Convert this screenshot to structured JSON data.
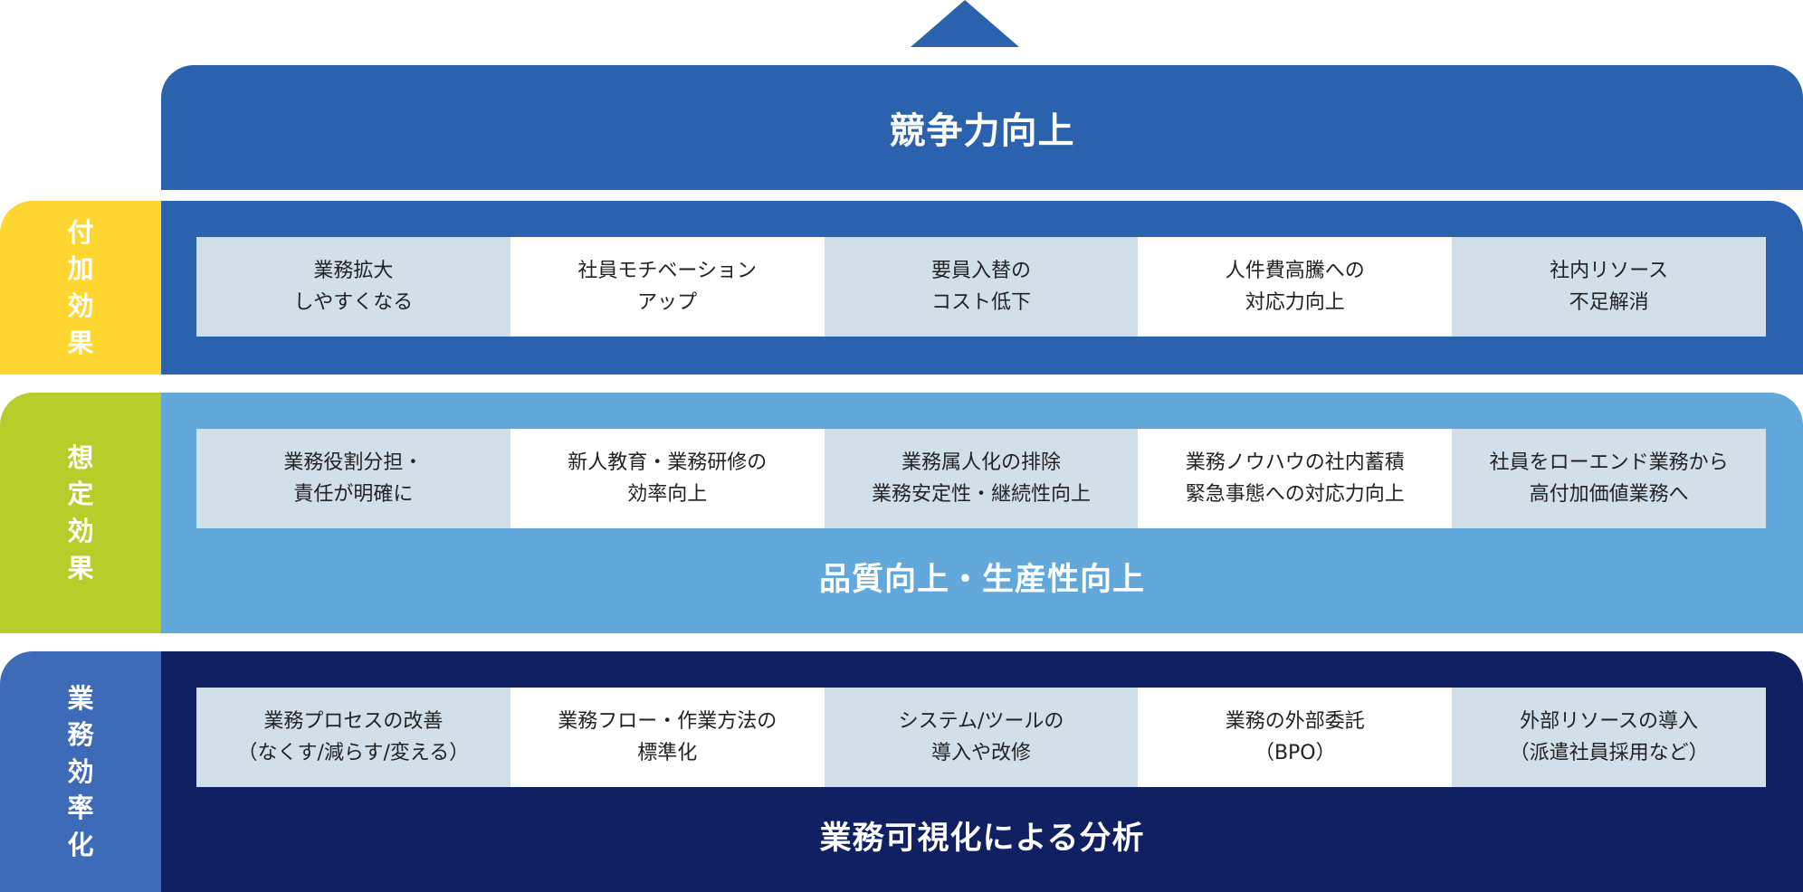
{
  "top": {
    "title": "競争力向上"
  },
  "rows": [
    {
      "side_label": "付加効果",
      "cells": [
        "業務拡大\nしやすくなる",
        "社員モチベーション\nアップ",
        "要員入替の\nコスト低下",
        "人件費高騰への\n対応力向上",
        "社内リソース\n不足解消"
      ]
    },
    {
      "side_label": "想定効果",
      "cells": [
        "業務役割分担・\n責任が明確に",
        "新人教育・業務研修の\n効率向上",
        "業務属人化の排除\n業務安定性・継続性向上",
        "業務ノウハウの社内蓄積\n緊急事態への対応力向上",
        "社員をローエンド業務から\n高付加価値業務へ"
      ],
      "band_label": "品質向上・生産性向上"
    },
    {
      "side_label": "業務効率化",
      "cells": [
        "業務プロセスの改善\n（なくす/減らす/変える）",
        "業務フロー・作業方法の\n標準化",
        "システム/ツールの\n導入や改修",
        "業務の外部委託\n（BPO）",
        "外部リソースの導入\n（派遣社員採用など）"
      ],
      "band_label": "業務可視化による分析"
    }
  ],
  "colors": {
    "top_band": "#2a62ae",
    "row1_band": "#2a62ae",
    "row2_band": "#62a8db",
    "row3_band": "#0f2163",
    "row1_side": "#ffd530",
    "row2_side": "#b7cd2a",
    "row3_side": "#3d6bb7",
    "cell_shade": "#d1dfe9"
  }
}
